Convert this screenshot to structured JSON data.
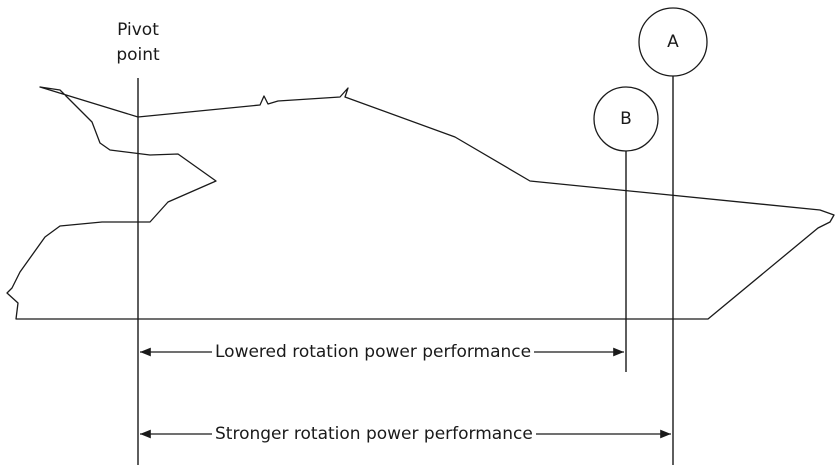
{
  "diagram": {
    "pivot_label_line1": "Pivot",
    "pivot_label_line2": "point",
    "marker_a": "A",
    "marker_b": "B",
    "arrow_lowered_label": "Lowered rotation power performance",
    "arrow_stronger_label": "Stronger rotation power performance",
    "stroke_color": "#1a1a1a"
  }
}
